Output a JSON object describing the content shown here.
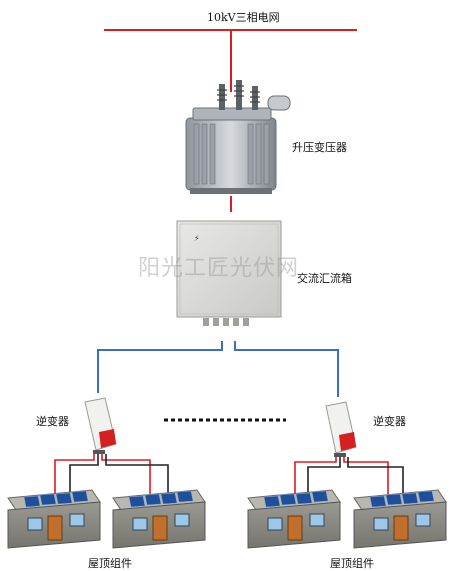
{
  "labels": {
    "grid": "10kV三相电网",
    "transformer": "升压变压器",
    "combiner": "交流汇流箱",
    "inverter_left": "逆变器",
    "inverter_right": "逆变器",
    "roof_left": "屋顶组件",
    "roof_right": "屋顶组件"
  },
  "watermark": "阳光工匠光伏网",
  "colors": {
    "ac_line": "#e01b24",
    "dc_positive": "#e01b24",
    "dc_negative": "#222222",
    "combiner_link": "#3a6fc4",
    "panel": "#1f4f9a",
    "inverter_accent": "#d42020"
  }
}
